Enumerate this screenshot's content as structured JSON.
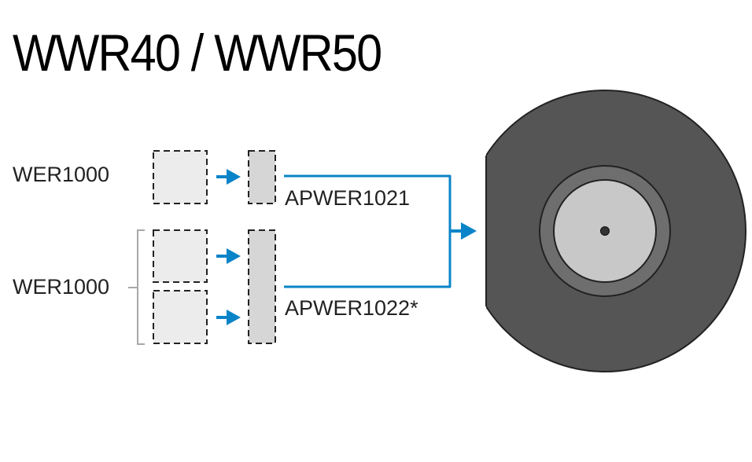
{
  "title": "WWR40 / WWR50",
  "sources": [
    {
      "label": "WER1000"
    },
    {
      "label": "WER1000"
    }
  ],
  "adapters": [
    {
      "label": "APWER1021"
    },
    {
      "label": "APWER1022*"
    }
  ],
  "colors": {
    "accent": "#0a84c8",
    "module_fill": "#ececec",
    "adapter_fill": "#d6d6d6",
    "machine_body": "#555555",
    "machine_ring": "#6e6e6e",
    "machine_center": "#c8c8c8"
  }
}
